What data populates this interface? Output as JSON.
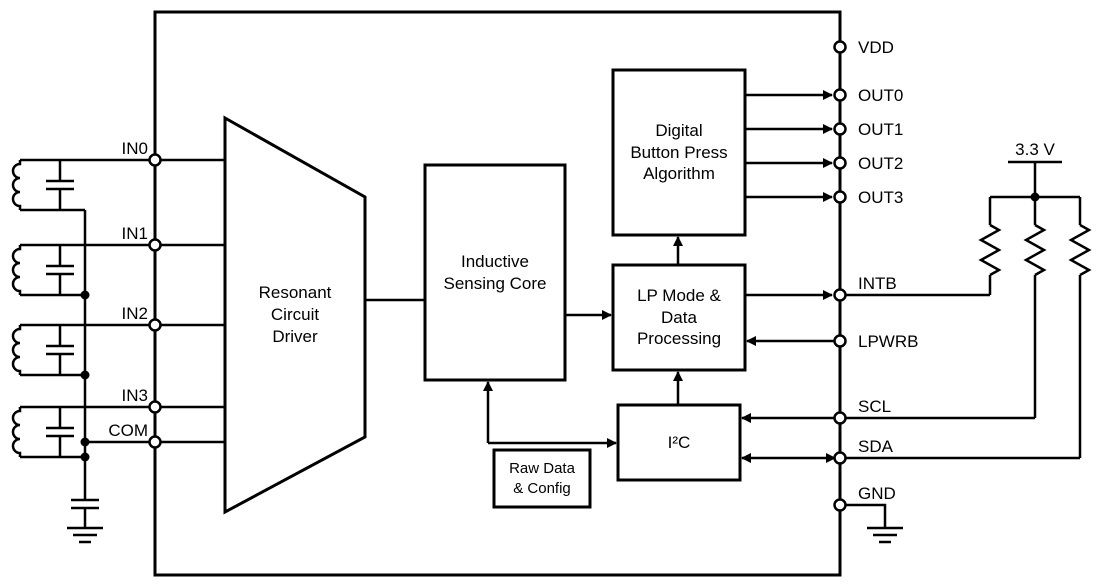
{
  "blocks": {
    "resonant_driver": {
      "lines": [
        "Resonant",
        "Circuit",
        "Driver"
      ]
    },
    "sensing_core": {
      "lines": [
        "Inductive",
        "Sensing Core"
      ]
    },
    "button_algorithm": {
      "lines": [
        "Digital",
        "Button Press",
        "Algorithm"
      ]
    },
    "lp_mode": {
      "lines": [
        "LP Mode &",
        "Data",
        "Processing"
      ]
    },
    "i2c": {
      "label": "I²C"
    },
    "raw_data": {
      "lines": [
        "Raw Data",
        "& Config"
      ]
    }
  },
  "pins": {
    "in0": "IN0",
    "in1": "IN1",
    "in2": "IN2",
    "in3": "IN3",
    "com": "COM",
    "vdd": "VDD",
    "out0": "OUT0",
    "out1": "OUT1",
    "out2": "OUT2",
    "out3": "OUT3",
    "intb": "INTB",
    "lpwrb": "LPWRB",
    "scl": "SCL",
    "sda": "SDA",
    "gnd": "GND"
  },
  "power": {
    "rail_label": "3.3 V"
  },
  "colors": {
    "line": "#000000",
    "background": "#ffffff"
  }
}
